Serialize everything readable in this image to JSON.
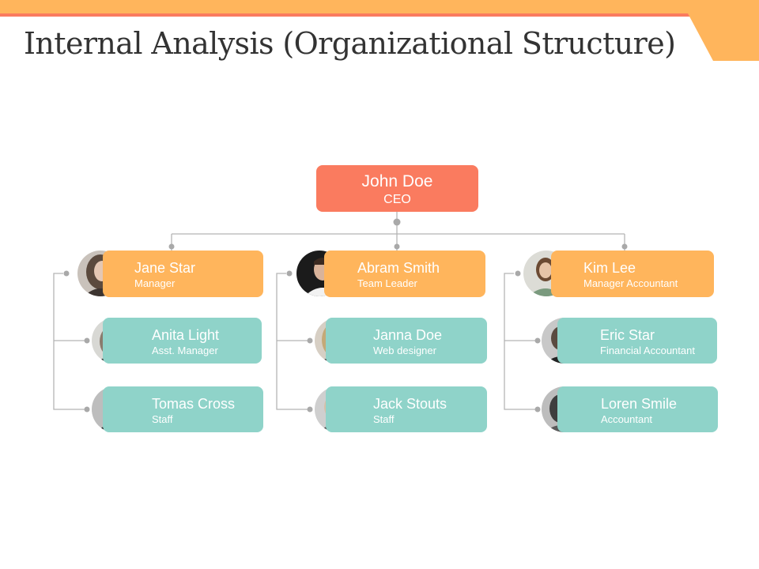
{
  "slide": {
    "title": "Internal Analysis (Organizational Structure)"
  },
  "theme": {
    "bar_orange": "#ffb55c",
    "bar_red": "#fa7b5f",
    "ceo_color": "#fa7b5f",
    "lead_color": "#ffb55c",
    "member_color": "#8fd3c9",
    "connector_color": "#b5b5b5",
    "title_color": "#333333"
  },
  "org": {
    "ceo": {
      "name": "John Doe",
      "role": "CEO"
    },
    "columns": [
      {
        "lead": {
          "name": "Jane Star",
          "role": "Manager",
          "avatar_icon": "woman-photo-avatar-icon"
        },
        "members": [
          {
            "name": "Anita Light",
            "role": "Asst. Manager",
            "avatar_icon": "woman-photo-avatar-icon"
          },
          {
            "name": "Tomas Cross",
            "role": "Staff",
            "avatar_icon": "man-photo-avatar-icon"
          }
        ]
      },
      {
        "lead": {
          "name": "Abram Smith",
          "role": "Team Leader",
          "avatar_icon": "man-photo-avatar-icon"
        },
        "members": [
          {
            "name": "Janna Doe",
            "role": "Web designer",
            "avatar_icon": "woman-photo-avatar-icon"
          },
          {
            "name": "Jack Stouts",
            "role": "Staff",
            "avatar_icon": "man-photo-avatar-icon"
          }
        ]
      },
      {
        "lead": {
          "name": "Kim Lee",
          "role": "Manager Accountant",
          "avatar_icon": "woman-photo-avatar-icon"
        },
        "members": [
          {
            "name": "Eric Star",
            "role": "Financial Accountant",
            "avatar_icon": "man-photo-avatar-icon"
          },
          {
            "name": "Loren Smile",
            "role": "Accountant",
            "avatar_icon": "woman-photo-avatar-icon"
          }
        ]
      }
    ]
  }
}
